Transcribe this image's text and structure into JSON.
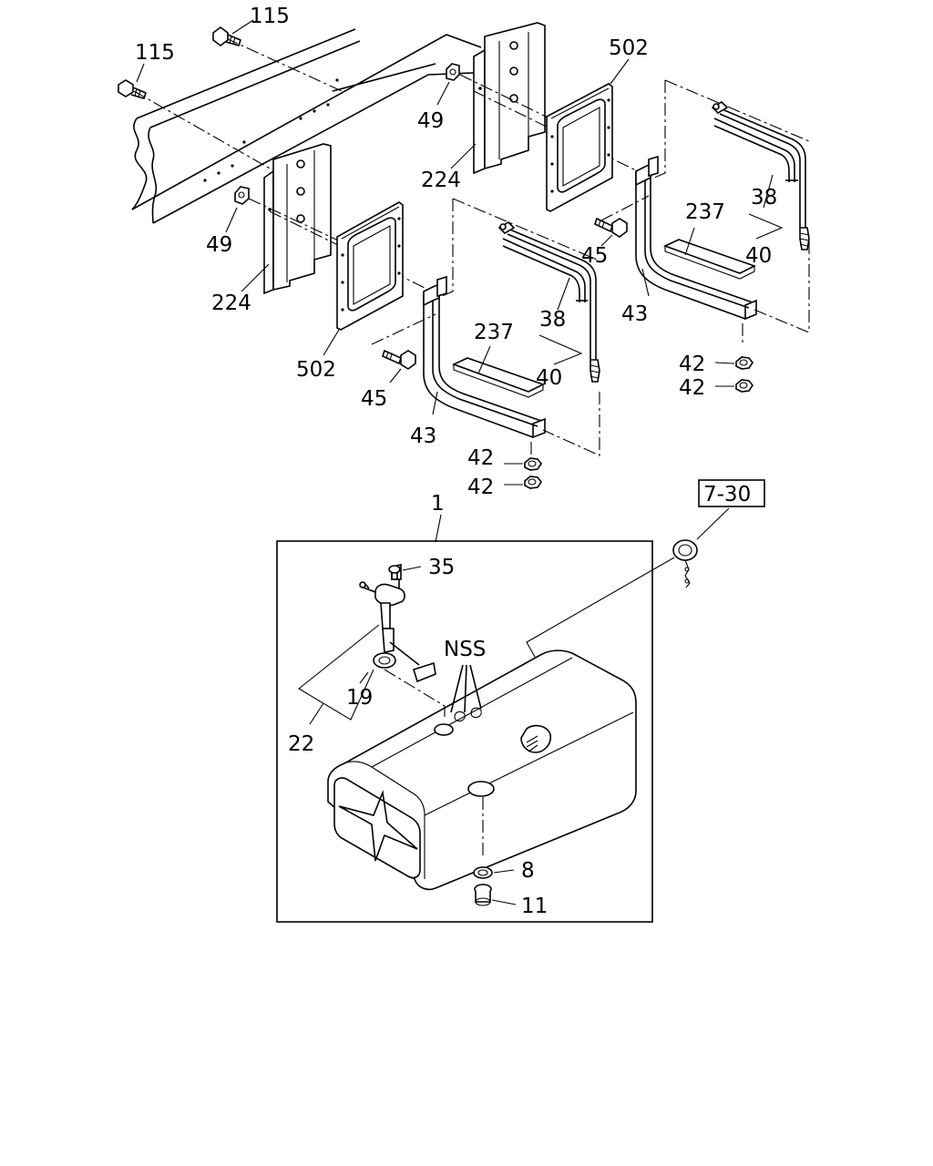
{
  "labels": {
    "bolt_a": "115",
    "bolt_b": "115",
    "nut_right": "49",
    "nut_left": "49",
    "bracket_right": "224",
    "bracket_left": "224",
    "plate_right": "502",
    "plate_left": "502",
    "strap_right": "38",
    "strap_left": "38",
    "pad_right": "237",
    "pad_left": "237",
    "band_right": "43",
    "band_left": "43",
    "assy_right": "40",
    "assy_left": "40",
    "bolt45_right": "45",
    "bolt45_left": "45",
    "nut42_r1": "42",
    "nut42_r2": "42",
    "nut42_l1": "42",
    "nut42_l2": "42",
    "tank": "1",
    "ref_box": "7-30",
    "screw": "35",
    "nss": "NSS",
    "gasket_gauge": "19",
    "gauge_unit": "22",
    "washer": "8",
    "drain_plug": "11"
  }
}
